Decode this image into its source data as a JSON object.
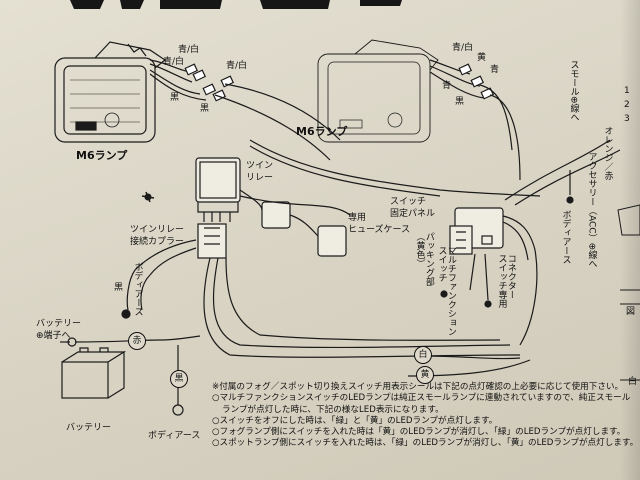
{
  "labels": {
    "blue_white_1": "青/白",
    "blue_white_2": "青/白",
    "blue_white_3": "青/白",
    "black_1": "黒",
    "black_2": "黒",
    "blue_1": "青",
    "yellow_1": "黄",
    "blue_2": "青",
    "black_3": "黒",
    "blue_white_4": "青/白",
    "m6_lamp_left": "M6ランプ",
    "m6_lamp_right": "M6ランプ",
    "twin_relay": "ツイン\nリレー",
    "twin_relay_coupler": "ツインリレー\n接続カプラー",
    "fuse_case": "専用\nヒューズケース",
    "switch_panel": "スイッチ\n固定パネル",
    "battery_terminal": "バッテリー\n⊕端子へ",
    "battery": "バッテリー",
    "body_earth_bottom": "ボディアース",
    "body_earth_mid": "ボディアース",
    "body_earth_right": "ボディアース",
    "black_mid": "黒",
    "red_circle": "赤",
    "black_circle": "黒",
    "white_circle": "白",
    "yellow_circle": "黄",
    "packing": "パッキング部\n（黄色）",
    "multi_switch": "マルチファンクション\nスイッチ",
    "connector_switch": "コネクター\nスイッチ専用",
    "accessory": "アクセサリー（ACC）⊕線へ",
    "orange_red": "オレンジ／赤",
    "small_lamp": "スモール⊕線へ",
    "right_edge_1": "1",
    "right_edge_2": "2",
    "right_edge_3": "3",
    "right_edge_4": "図",
    "right_edge_5": "白"
  },
  "notes": [
    "※付属のフォグ／スポット切り換えスイッチ用表示シールは下記の点灯確認の上必要に応じて使用下さい。",
    "○マルチファンクションスイッチのLEDランプは純正スモールランプに連動されていますので、純正スモール",
    "ランプが点灯した時に、下記の様なLED表示になります。",
    "○スイッチをオフにした時は、「緑」と「黄」のLEDランプが点灯します。",
    "○フォグランプ側にスイッチを入れた時は「黄」のLEDランプが消灯し、「緑」のLEDランプが点灯します。",
    "○スポットランプ側にスイッチを入れた時は、「緑」のLEDランプが消灯し、「黄」のLEDランプが点灯します。"
  ],
  "colors": {
    "paper": "#dcd7c8",
    "line": "#1b1b1b"
  }
}
